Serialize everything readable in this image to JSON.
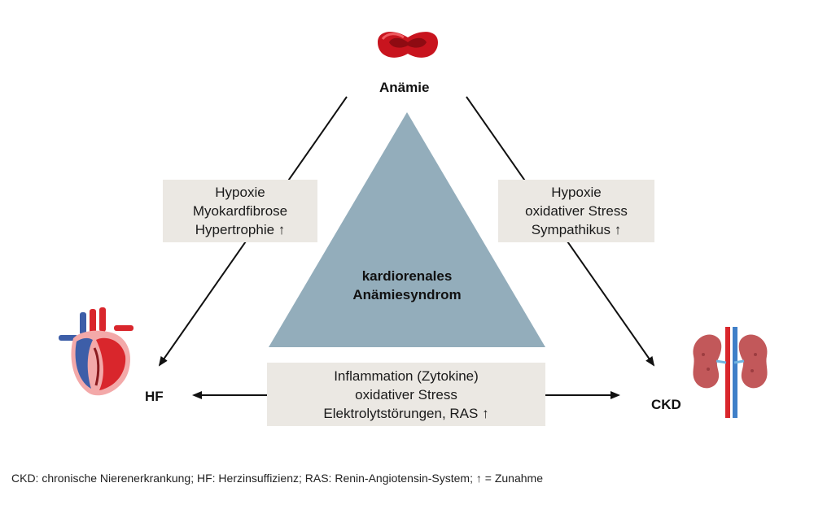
{
  "nodes": {
    "top": "Anämie",
    "left": "HF",
    "right": "CKD"
  },
  "center": {
    "line1": "kardiorenales",
    "line2": "Anämiesyndrom"
  },
  "boxes": {
    "left": [
      "Hypoxie",
      "Myokardfibrose",
      "Hypertrophie"
    ],
    "right": [
      "Hypoxie",
      "oxidativer Stress",
      "Sympathikus"
    ],
    "bottom": [
      "Inflammation (Zytokine)",
      "oxidativer Stress",
      "Elektrolytstörungen, RAS"
    ]
  },
  "increase_symbol": "↑",
  "footnote": {
    "text": "CKD: chronische Nierenerkrankung; HF: Herzinsuffizienz; RAS: Renin-Angiotensin-System;",
    "symbol": "↑",
    "symbol_meaning": "= Zunahme"
  },
  "colors": {
    "triangle": "#93adbb",
    "box": "#ebe8e3",
    "blood": "#c8141e",
    "heart_red": "#d9262c",
    "heart_blue": "#3d5ea8",
    "kidney": "#c2585a"
  },
  "icons": [
    "red-blood-cell-icon",
    "heart-icon",
    "kidney-icon"
  ]
}
